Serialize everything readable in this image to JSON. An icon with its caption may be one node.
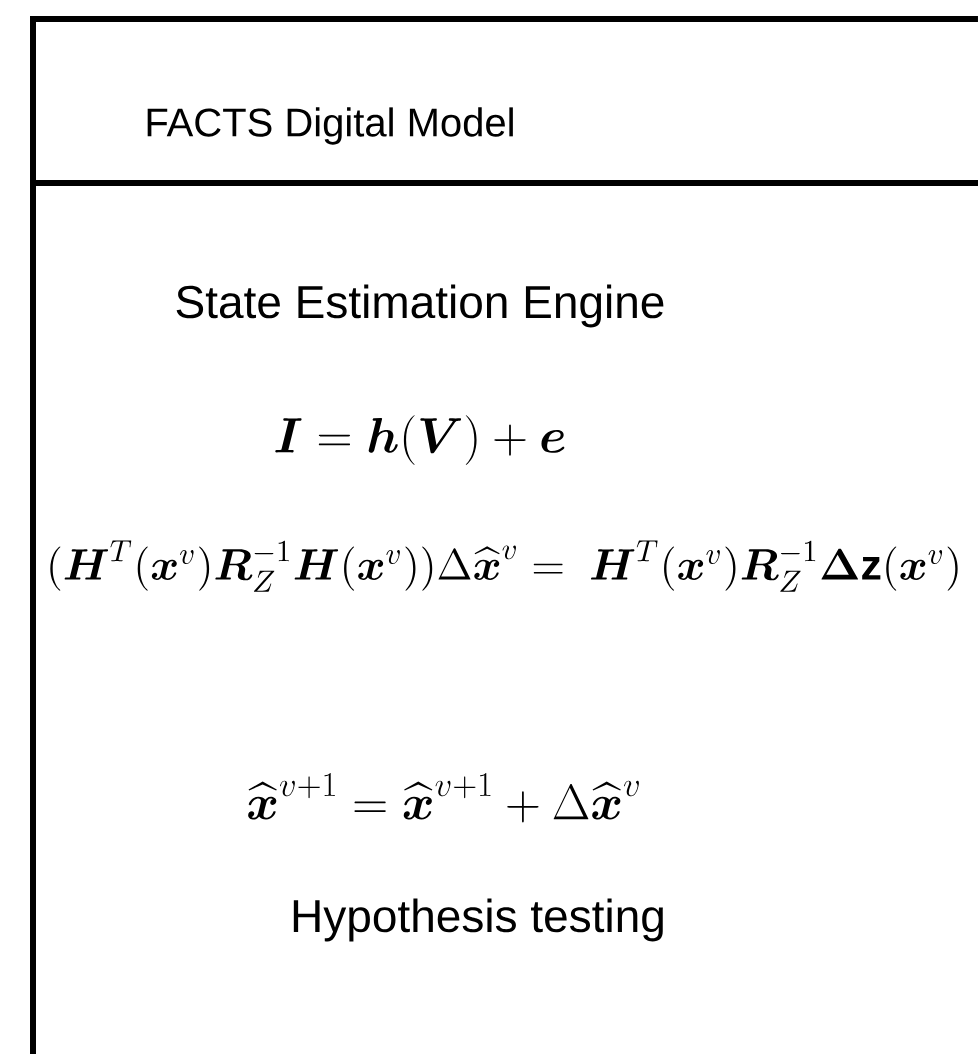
{
  "diagram": {
    "nodes": [
      {
        "text": [
          "FACTS Digital Model"
        ]
      },
      {
        "text": [
          "State Estimation Engine",
          "\\boldsymbol{I} = \\boldsymbol{h}(\\boldsymbol{V}) + \\boldsymbol{e}",
          "(\\boldsymbol{H}^{T}(\\boldsymbol{x}^{v})\\boldsymbol{R}_{Z}^{-1}\\boldsymbol{H}(\\boldsymbol{x}^{v}))\\Delta\\widehat{\\boldsymbol{x}}^{v} =\\ \\boldsymbol{H}^{T}(\\boldsymbol{x}^{v})\\boldsymbol{R}_{Z}^{-1}\\boldsymbol{\\Delta}\\mathbf{z}(\\boldsymbol{x}^{v})",
          "\\widehat{\\boldsymbol{x}}^{v+1} = \\widehat{\\boldsymbol{x}}^{v+1} + \\Delta\\widehat{\\boldsymbol{x}}^{v}",
          "Hypothesis testing"
        ]
      }
    ]
  }
}
